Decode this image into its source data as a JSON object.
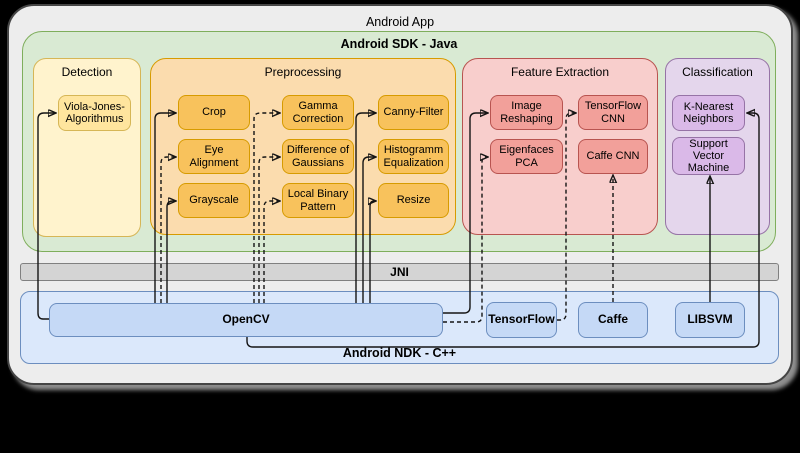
{
  "app": {
    "title": "Android App"
  },
  "layers": {
    "sdk": {
      "title": "Android SDK - Java"
    },
    "jni": {
      "title": "JNI"
    },
    "ndk": {
      "title": "Android NDK - C++"
    }
  },
  "groups": {
    "detection": {
      "title": "Detection"
    },
    "preprocessing": {
      "title": "Preprocessing"
    },
    "feature_extraction": {
      "title": "Feature Extraction"
    },
    "classification": {
      "title": "Classification"
    }
  },
  "nodes": {
    "viola": {
      "label": "Viola-Jones-Algorithmus"
    },
    "crop": {
      "label": "Crop"
    },
    "eye": {
      "label": "Eye Alignment"
    },
    "grayscale": {
      "label": "Grayscale"
    },
    "gamma": {
      "label": "Gamma Correction"
    },
    "dog": {
      "label": "Difference of Gaussians"
    },
    "lbp": {
      "label": "Local Binary Pattern"
    },
    "canny": {
      "label": "Canny-Filter"
    },
    "histogram": {
      "label": "Histogramm Equalization"
    },
    "resize": {
      "label": "Resize"
    },
    "imgreshape": {
      "label": "Image Reshaping"
    },
    "eigenfaces": {
      "label": "Eigenfaces PCA"
    },
    "tfcnn": {
      "label": "TensorFlow CNN"
    },
    "caffecnn": {
      "label": "Caffe CNN"
    },
    "knn": {
      "label": "K-Nearest Neighbors"
    },
    "svm": {
      "label": "Support Vector Machine"
    },
    "opencv": {
      "label": "OpenCV"
    },
    "tensorflow": {
      "label": "TensorFlow"
    },
    "caffe": {
      "label": "Caffe"
    },
    "libsvm": {
      "label": "LIBSVM"
    }
  },
  "edges": [
    {
      "from": "OpenCV",
      "to": "Viola-Jones-Algorithmus",
      "style": "solid"
    },
    {
      "from": "OpenCV",
      "to": "Crop",
      "style": "solid"
    },
    {
      "from": "OpenCV",
      "to": "Eye Alignment",
      "style": "dashed"
    },
    {
      "from": "OpenCV",
      "to": "Grayscale",
      "style": "solid"
    },
    {
      "from": "OpenCV",
      "to": "Gamma Correction",
      "style": "dashed"
    },
    {
      "from": "OpenCV",
      "to": "Difference of Gaussians",
      "style": "dashed"
    },
    {
      "from": "OpenCV",
      "to": "Local Binary Pattern",
      "style": "dashed"
    },
    {
      "from": "OpenCV",
      "to": "Canny-Filter",
      "style": "solid"
    },
    {
      "from": "OpenCV",
      "to": "Histogramm Equalization",
      "style": "solid"
    },
    {
      "from": "OpenCV",
      "to": "Resize",
      "style": "solid"
    },
    {
      "from": "OpenCV",
      "to": "Image Reshaping",
      "style": "solid"
    },
    {
      "from": "OpenCV",
      "to": "Eigenfaces PCA",
      "style": "dashed"
    },
    {
      "from": "OpenCV",
      "to": "K-Nearest Neighbors",
      "style": "solid"
    },
    {
      "from": "TensorFlow",
      "to": "TensorFlow CNN",
      "style": "dashed"
    },
    {
      "from": "Caffe",
      "to": "Caffe CNN",
      "style": "dashed"
    },
    {
      "from": "LIBSVM",
      "to": "Support Vector Machine",
      "style": "solid"
    }
  ],
  "colors": {
    "sdk_green": "#d9ead3",
    "detection_yellow": "#fff3cd",
    "preprocessing_orange": "#fbdcae",
    "feature_red": "#f8cecc",
    "classification_purple": "#e4d6ec",
    "ndk_blue": "#dbe8fb",
    "jni_gray": "#d4d4d4"
  }
}
